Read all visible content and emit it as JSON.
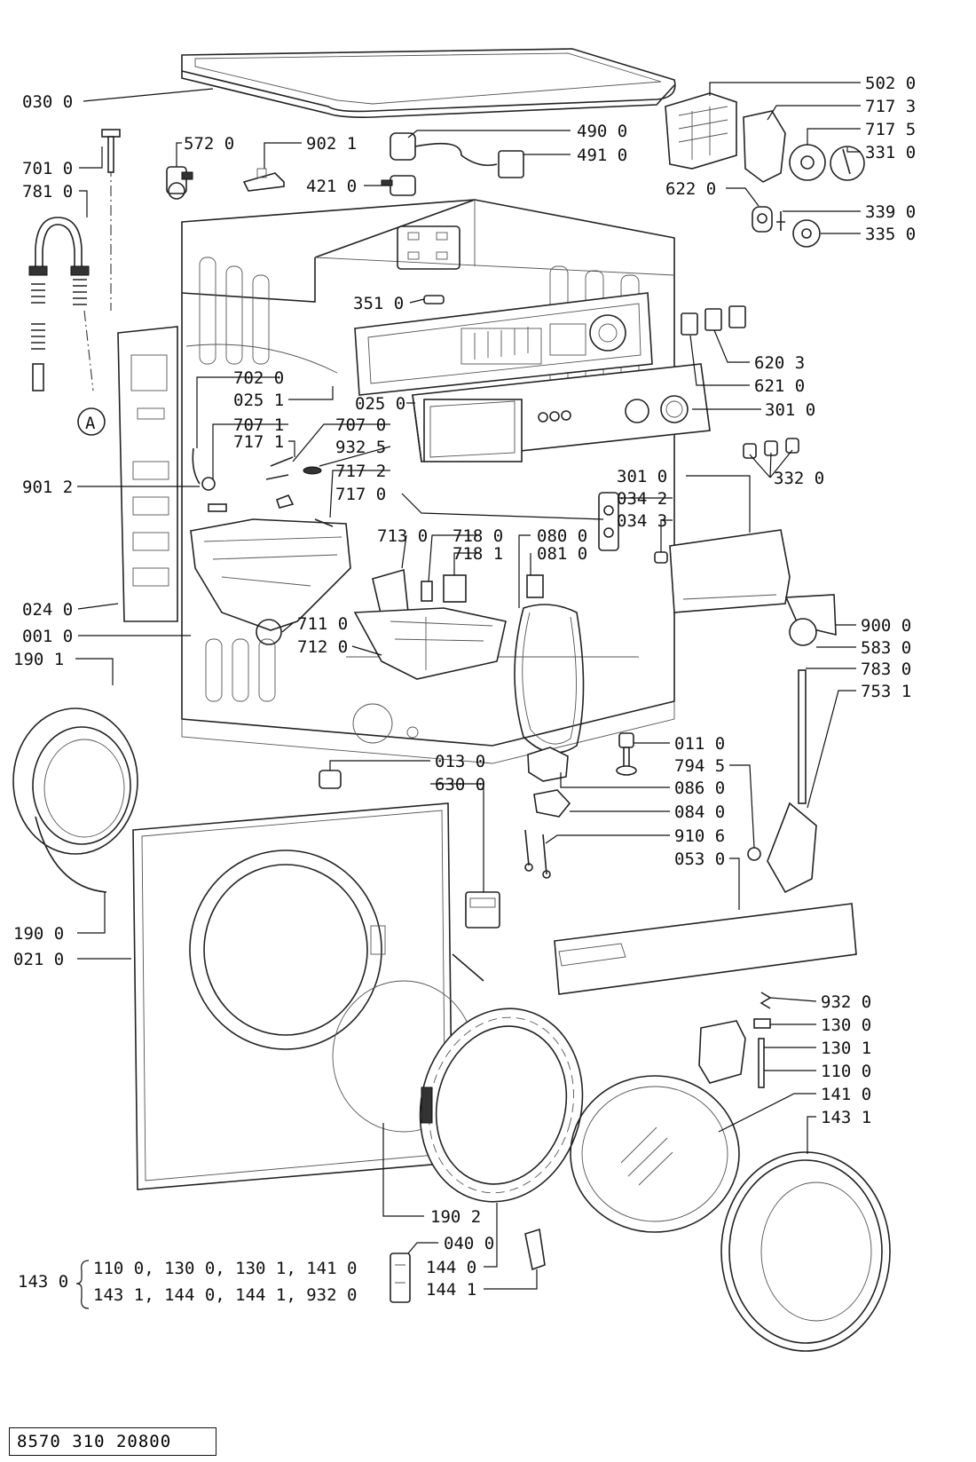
{
  "document_code": "8570 310 20800",
  "callout_a": "A",
  "brace_label": "143 0",
  "brace_line_1": "110 0, 130 0, 130 1, 141 0",
  "brace_line_2": "143 1, 144 0, 144 1, 932 0",
  "labels": {
    "p030_0": "030 0",
    "p701_0": "701 0",
    "p781_0": "781 0",
    "p572_0": "572 0",
    "p902_1": "902 1",
    "p421_0": "421 0",
    "p490_0": "490 0",
    "p491_0": "491 0",
    "p502_0": "502 0",
    "p717_3": "717 3",
    "p717_5": "717 5",
    "p331_0": "331 0",
    "p622_0": "622 0",
    "p339_0": "339 0",
    "p335_0": "335 0",
    "p351_0": "351 0",
    "p620_3": "620 3",
    "p621_0": "621 0",
    "p702_0": "702 0",
    "p025_1": "025 1",
    "p025_0": "025 0",
    "p301_0a": "301 0",
    "p707_1": "707 1",
    "p707_0": "707 0",
    "p717_1": "717 1",
    "p932_5": "932 5",
    "p717_2": "717 2",
    "p717_0": "717 0",
    "p901_2": "901 2",
    "p332_0": "332 0",
    "p301_0b": "301 0",
    "p034_2": "034 2",
    "p034_3": "034 3",
    "p713_0": "713 0",
    "p718_0": "718 0",
    "p718_1": "718 1",
    "p080_0": "080 0",
    "p081_0": "081 0",
    "p024_0": "024 0",
    "p001_0": "001 0",
    "p711_0": "711 0",
    "p712_0": "712 0",
    "p900_0": "900 0",
    "p583_0": "583 0",
    "p783_0": "783 0",
    "p753_1": "753 1",
    "p190_1": "190 1",
    "p011_0": "011 0",
    "p013_0": "013 0",
    "p630_0": "630 0",
    "p794_5": "794 5",
    "p086_0": "086 0",
    "p084_0": "084 0",
    "p910_6": "910 6",
    "p053_0": "053 0",
    "p190_0": "190 0",
    "p021_0": "021 0",
    "p932_0": "932 0",
    "p130_0": "130 0",
    "p130_1": "130 1",
    "p110_0": "110 0",
    "p141_0": "141 0",
    "p143_1": "143 1",
    "p190_2": "190 2",
    "p040_0": "040 0",
    "p144_0": "144 0",
    "p144_1": "144 1"
  }
}
